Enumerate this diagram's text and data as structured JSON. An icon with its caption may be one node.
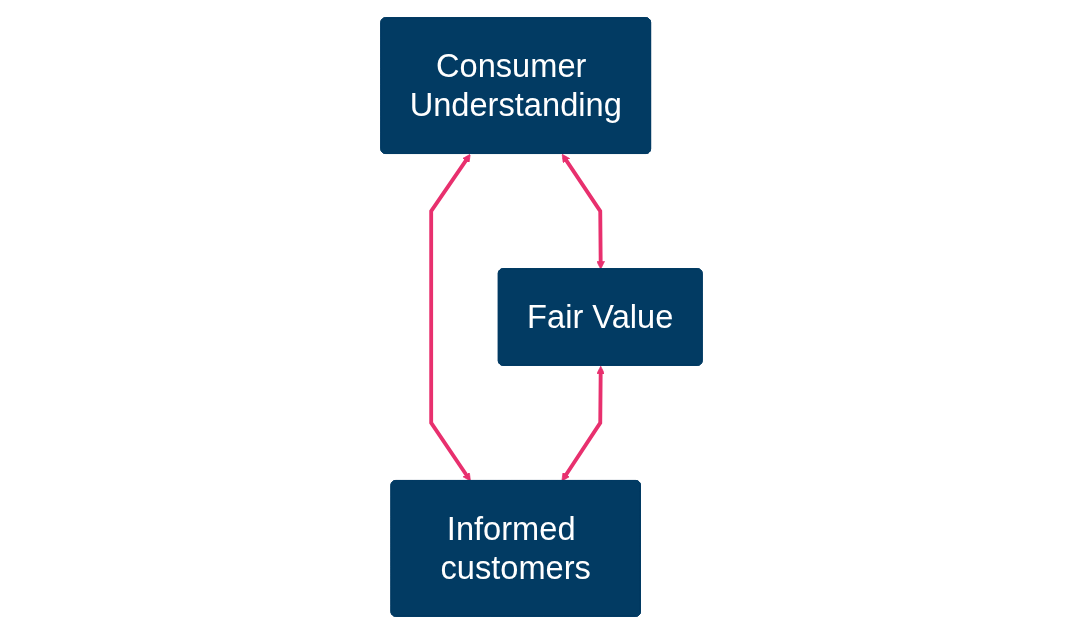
{
  "diagram": {
    "nodes": [
      {
        "text": [
          "Consumer Understanding"
        ]
      },
      {
        "text": [
          "Fair Value"
        ]
      },
      {
        "text": [
          "Informed customers"
        ]
      }
    ],
    "edges": [
      {
        "from": 0,
        "to": 1,
        "arrow": "both"
      },
      {
        "from": 0,
        "to": 2,
        "arrow": "both"
      },
      {
        "from": 1,
        "to": 2,
        "arrow": "both"
      }
    ]
  }
}
